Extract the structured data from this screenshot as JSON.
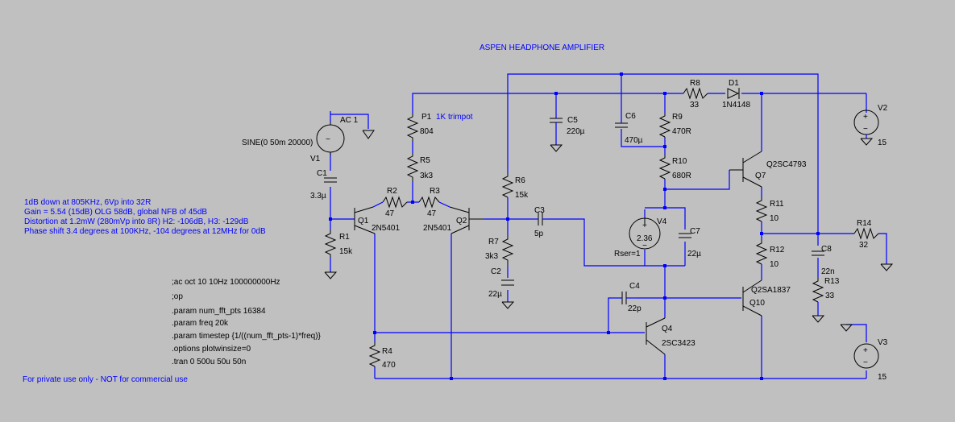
{
  "title": "ASPEN HEADPHONE AMPLIFIER",
  "notes": [
    "1dB down at 805KHz, 6Vp into 32R",
    "Gain = 5.54 (15dB)  OLG 58dB, global NFB of 45dB",
    "Distortion at 1.2mW (280mVp into 8R)  H2:  -106dB, H3: -129dB",
    "Phase shift 3.4 degrees at 100KHz, -104 degrees at 12MHz for 0dB"
  ],
  "directives": [
    ";ac oct 10 10Hz 100000000Hz",
    ";op",
    ".param num_fft_pts 16384",
    ".param freq 20k",
    ".param timestep {1/((num_fft_pts-1)*freq)}",
    ".options plotwinsize=0",
    ".tran 0 500u 50u 50n"
  ],
  "footer": "For private use only - NOT for commercial use",
  "labels": {
    "ac1": "AC 1",
    "sine": "SINE(0 50m 20000)",
    "v1": "V1",
    "c1": "C1",
    "c1v": "3.3µ",
    "r1": "R1",
    "r1v": "15k",
    "q1": "Q1",
    "q1v": "2N5401",
    "r2": "R2",
    "r2v": "47",
    "r3": "R3",
    "r3v": "47",
    "q2": "Q2",
    "q2v": "2N5401",
    "p1": "P1",
    "p1note": "1K trimpot",
    "p1v": "804",
    "r5": "R5",
    "r5v": "3k3",
    "r6": "R6",
    "r6v": "15k",
    "r7": "R7",
    "r7v": "3k3",
    "c2": "C2",
    "c2v": "22µ",
    "c3": "C3",
    "c3v": "5p",
    "c5": "C5",
    "c5v": "220µ",
    "c6": "C6",
    "c6v": "470µ",
    "r8": "R8",
    "r8v": "33",
    "d1": "D1",
    "d1v": "1N4148",
    "r9": "R9",
    "r9v": "470R",
    "r10": "R10",
    "r10v": "680R",
    "v2": "V2",
    "v2v": "15",
    "q7a": "Q2SC4793",
    "q7": "Q7",
    "v4": "V4",
    "v4v": "2.36",
    "rser": "Rser=1",
    "c7": "C7",
    "c7v": "22µ",
    "r11": "R11",
    "r11v": "10",
    "r12": "R12",
    "r12v": "10",
    "c8": "C8",
    "c8v": "22n",
    "r13": "R13",
    "r13v": "33",
    "r14": "R14",
    "r14v": "32",
    "c4": "C4",
    "c4v": "22p",
    "q10a": "Q2SA1837",
    "q10": "Q10",
    "q4": "Q4",
    "q4v": "2SC3423",
    "r4": "R4",
    "r4v": "470",
    "v3": "V3",
    "v3v": "15"
  },
  "colors": {
    "background": "#c0c0c0",
    "wire": "#0000ff",
    "component": "#000000",
    "annotation": "#0000ff"
  }
}
